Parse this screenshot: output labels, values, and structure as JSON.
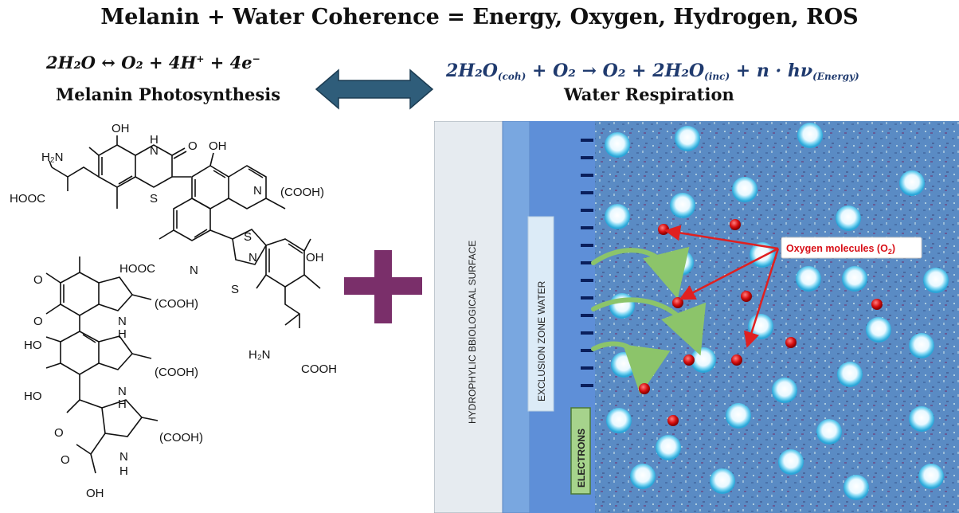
{
  "title": "Melanin + Water Coherence = Energy, Oxygen, Hydrogen, ROS",
  "left_equation": {
    "reactant": "2H₂O",
    "arrow": "↔",
    "product1": "O₂",
    "plus": "+",
    "product2": "4H",
    "product2_charge": "+",
    "product3": "4e",
    "product3_charge": "−"
  },
  "left_label": "Melanin Photosynthesis",
  "right_equation": {
    "term1": "2H₂O",
    "term1_sub": "(coh)",
    "op1": "+",
    "term2": "O₂",
    "arrow": "→",
    "term3": "O₂",
    "op2": "+",
    "term4": "2H₂O",
    "term4_sub": "(inc)",
    "op3": "+",
    "term5": "n · hν",
    "term5_sub": "(Energy)"
  },
  "right_label": "Water Respiration",
  "molecule_labels": {
    "oh_top": "OH",
    "h_top": "H",
    "n_top": "N",
    "o_top": "O",
    "oh_top2": "OH",
    "h2n_top": "H₂N",
    "n_right": "N",
    "cooh_right": "(COOH)",
    "hooc_left": "HOOC",
    "s_mid": "S",
    "s_mid2": "S",
    "hooc_mid": "HOOC",
    "n_mid": "N",
    "n_thiazole": "N",
    "oh_thiazole": "OH",
    "s_thiazole": "S",
    "h2n_bottom": "H₂N",
    "cooh_bottom": "COOH",
    "o_q1": "O",
    "o_q2": "O",
    "cooh_ind1": "(COOH)",
    "nh_ind1": "N",
    "h_ind1": "H",
    "ho_ind2a": "HO",
    "ho_ind2b": "HO",
    "cooh_ind2": "(COOH)",
    "nh_ind2": "N",
    "h_ind2": "H",
    "o_ketone": "O",
    "cooh_pyr": "(COOH)",
    "nh_pyr": "N",
    "h_pyr": "H",
    "o_acid": "O",
    "oh_acid": "OH"
  },
  "panel": {
    "surface_label": "HYDROPHYLIC BBIOLOGICAL SURFACE",
    "ez_label": "EXCLUSION ZONE WATER",
    "electrons_label": "ELECTRONS",
    "oxygen_label": "Oxygen molecules (O",
    "oxygen_label_sub": "2",
    "oxygen_label_end": ")"
  },
  "colors": {
    "title": "#111111",
    "right_equation": "#1f3a6e",
    "double_arrow": "#2f5d7a",
    "plus_sign": "#7a2f6a",
    "panel_surface": "#e6ebf0",
    "panel_band": "#79a7e0",
    "ez_box": "#dcebf7",
    "electrons_box": "#a6d38c",
    "water_bg": "#4f79c8",
    "oxygen_dot": "#d81010",
    "label_arrow": "#e02020",
    "label_text": "#d81018",
    "curved_arrow": "#8cc46a"
  }
}
